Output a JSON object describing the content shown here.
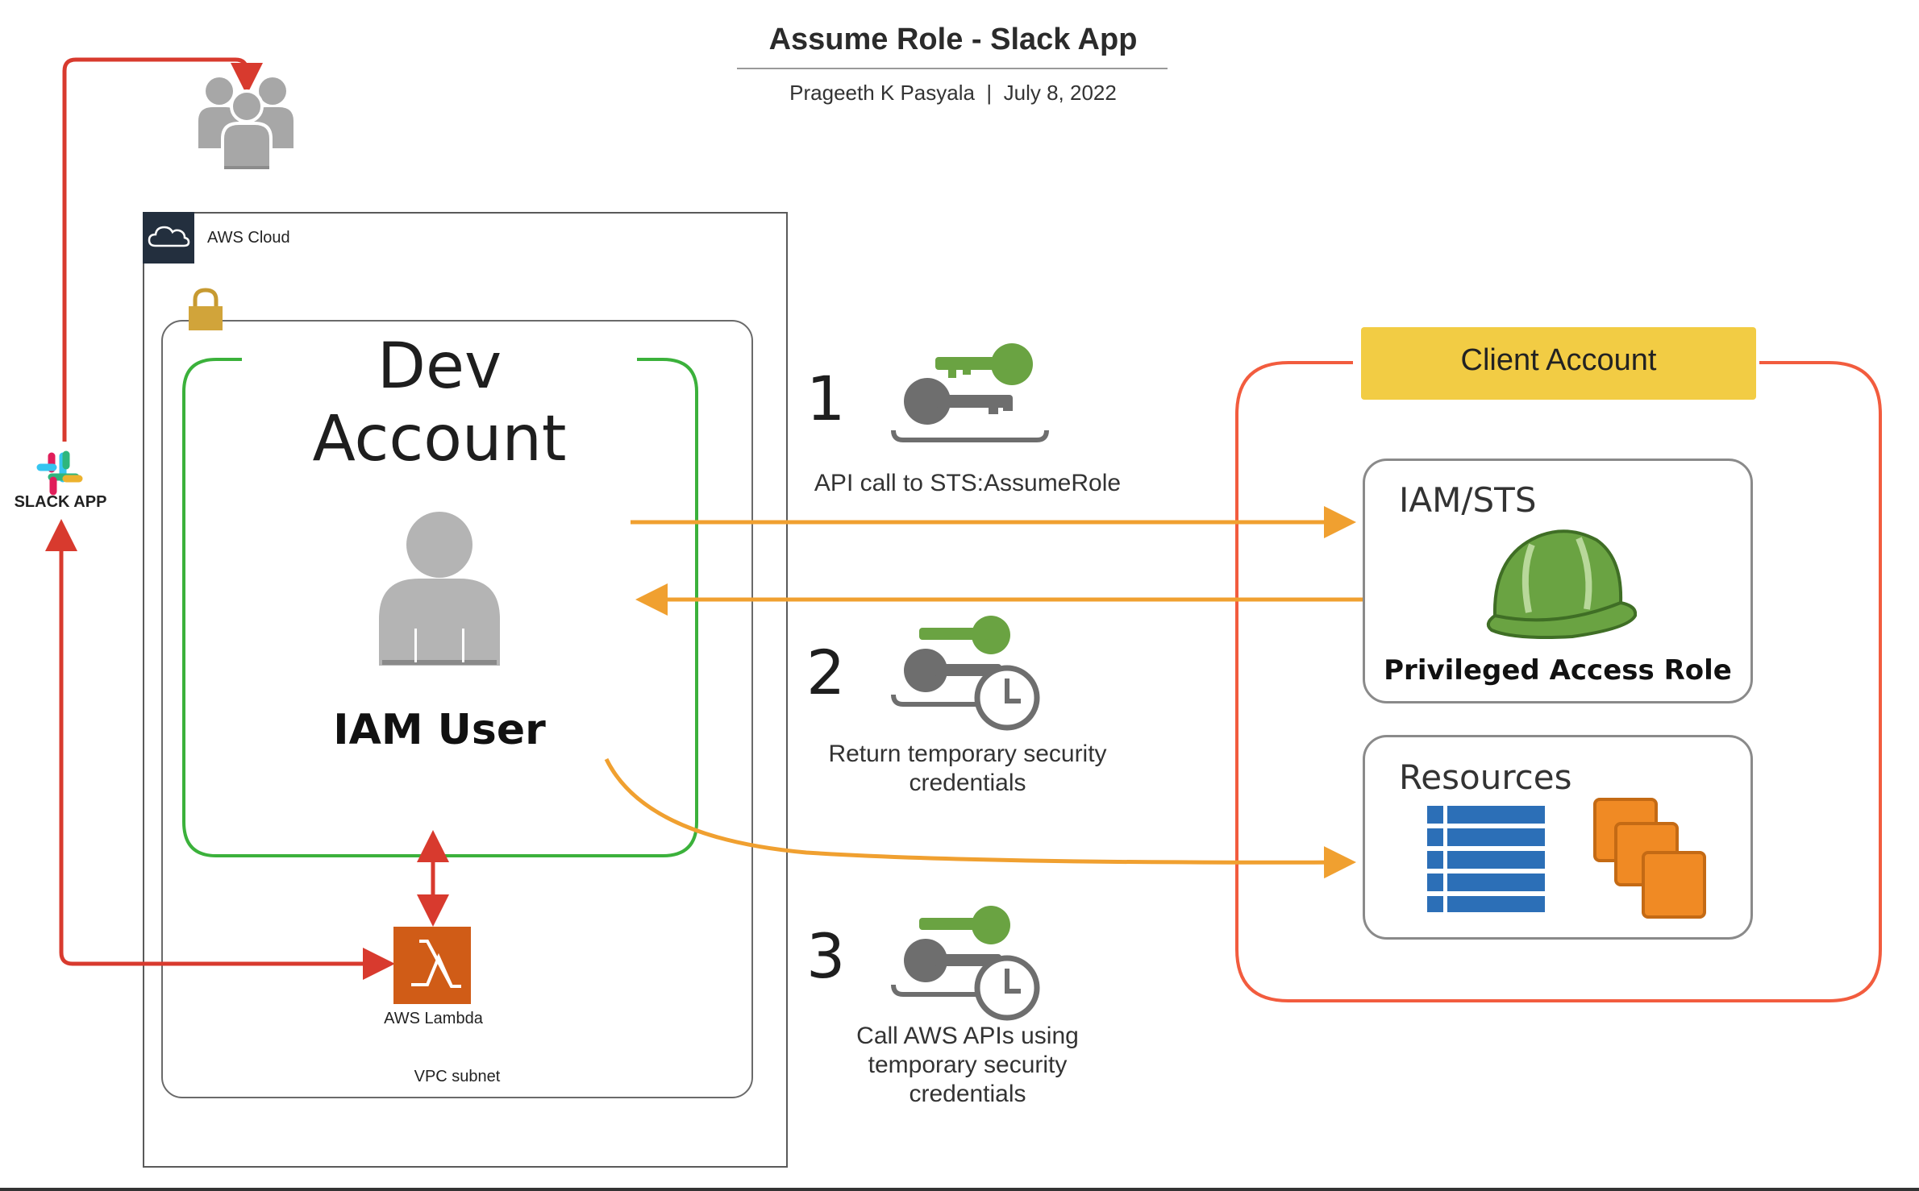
{
  "header": {
    "title": "Assume Role - Slack App",
    "subtitle": "Prageeth K Pasyala  |  July 8, 2022"
  },
  "aws_cloud": {
    "label": "AWS Cloud"
  },
  "vpc": {
    "label": "VPC subnet"
  },
  "dev_account": {
    "label": "Dev Account",
    "user_label": "IAM User"
  },
  "lambda": {
    "label": "AWS Lambda"
  },
  "slack": {
    "label": "SLACK APP"
  },
  "steps": [
    {
      "number": "1",
      "text": "API call to STS:AssumeRole"
    },
    {
      "number": "2",
      "text": "Return temporary security credentials"
    },
    {
      "number": "3",
      "text": "Call AWS APIs using temporary security credentials"
    }
  ],
  "client_account": {
    "label": "Client Account",
    "iam_sts_label": "IAM/STS",
    "role_label": "Privileged Access Role",
    "resources_label": "Resources"
  },
  "colors": {
    "arrow_red": "#d83a2e",
    "arrow_orange": "#f0a030",
    "dev_green": "#3bb13b",
    "client_red": "#f25c3e",
    "client_yellow": "#f2cc44",
    "lambda_orange": "#d05c17",
    "key_green": "#6aa342",
    "key_gray": "#6e6e6e",
    "resource_blue": "#2c6fb7",
    "resource_orange": "#f08a24"
  },
  "icons": [
    "users-icon",
    "cloud-icon",
    "lock-icon",
    "iam-user-icon",
    "lambda-icon",
    "slack-icon",
    "key-icon",
    "temporary-key-icon",
    "hard-hat-icon",
    "database-table-icon",
    "instances-icon"
  ]
}
